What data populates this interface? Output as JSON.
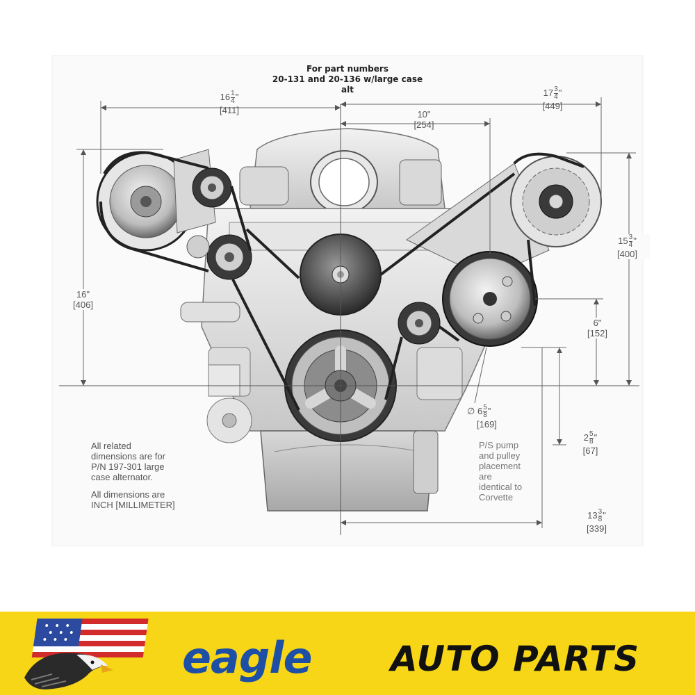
{
  "diagram": {
    "title_line1": "For part numbers",
    "title_line2": "20-131 and 20-136 w/large case alt",
    "dimensions": {
      "left_width": {
        "whole": "16",
        "num": "1",
        "den": "4",
        "unit": "\"",
        "mm": "[411]"
      },
      "right_width": {
        "whole": "17",
        "num": "3",
        "den": "4",
        "unit": "\"",
        "mm": "[449]"
      },
      "center_right": {
        "text": "10\"",
        "mm": "[254]"
      },
      "left_height": {
        "text": "16\"",
        "mm": "[406]"
      },
      "right_height": {
        "whole": "15",
        "num": "3",
        "den": "4",
        "unit": "\"",
        "mm": "[400]"
      },
      "ps_height": {
        "text": "6\"",
        "mm": "[152]"
      },
      "pulley_dia": {
        "prefix": "∅",
        "whole": "6",
        "num": "5",
        "den": "8",
        "unit": "\"",
        "mm": "[169]"
      },
      "ps_offset": {
        "whole": "2",
        "num": "5",
        "den": "8",
        "unit": "\"",
        "mm": "[67]"
      },
      "bottom_width": {
        "whole": "13",
        "num": "3",
        "den": "8",
        "unit": "\"",
        "mm": "[339]"
      }
    },
    "notes": {
      "left": [
        "All related",
        "dimensions are for",
        "P/N 197-301 large",
        "case alternator."
      ],
      "left2": [
        "All dimensions are",
        "INCH [MILLIMETER]"
      ],
      "right": [
        "P/S pump",
        "and pulley",
        "placement",
        "are",
        "identical to",
        "Corvette"
      ]
    }
  },
  "banner": {
    "brand_script": "eagle",
    "brand_text": "AUTO PARTS",
    "colors": {
      "background": "#f6d616",
      "eagle": "#1e4fa6",
      "text": "#111111"
    }
  }
}
